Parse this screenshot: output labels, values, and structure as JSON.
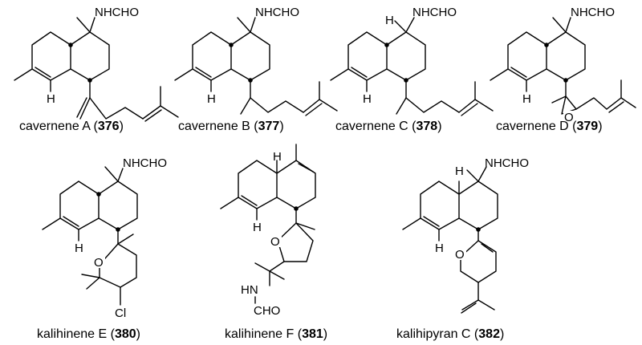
{
  "figure": {
    "compounds": [
      {
        "name": "cavernene A",
        "number": "376",
        "substituent": "NHCHO",
        "hydrogens": [
          "H"
        ]
      },
      {
        "name": "cavernene B",
        "number": "377",
        "substituent": "NHCHO",
        "hydrogens": [
          "H"
        ]
      },
      {
        "name": "cavernene C",
        "number": "378",
        "substituent": "NHCHO",
        "hydrogens": [
          "H",
          "H"
        ]
      },
      {
        "name": "cavernene D",
        "number": "379",
        "substituent": "NHCHO",
        "hydrogens": [
          "H"
        ],
        "ring_atom": "O"
      },
      {
        "name": "kalihinene E",
        "number": "380",
        "substituent": "NHCHO",
        "hydrogens": [
          "H"
        ],
        "ring_atom": "O",
        "halogen": "Cl"
      },
      {
        "name": "kalihinene F",
        "number": "381",
        "substituent_hn": "HN",
        "substituent_cho": "CHO",
        "hydrogens": [
          "H",
          "H"
        ],
        "ring_atom": "O"
      },
      {
        "name": "kalihipyran C",
        "number": "382",
        "substituent": "NHCHO",
        "hydrogens": [
          "H",
          "H"
        ],
        "ring_atom": "O"
      }
    ]
  }
}
